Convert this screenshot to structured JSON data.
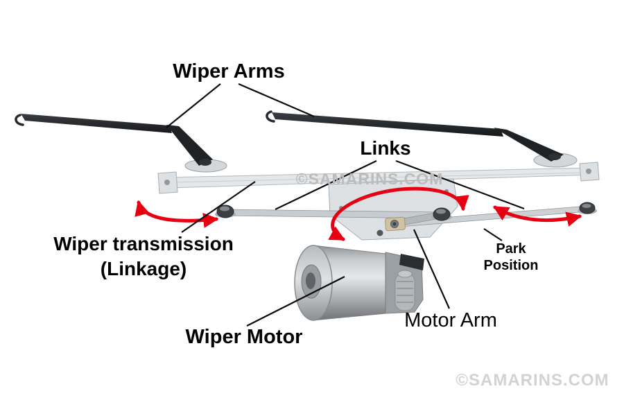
{
  "labels": {
    "wiper_arms": "Wiper Arms",
    "links": "Links",
    "wiper_transmission": "Wiper transmission",
    "linkage": "(Linkage)",
    "park": "Park",
    "position": "Position",
    "wiper_motor": "Wiper Motor",
    "motor_arm": "Motor Arm"
  },
  "watermark": {
    "center": "©SAMARINS.COM",
    "bottom_right": "©SAMARINS.COM"
  },
  "colors": {
    "arrow_red": "#e60012",
    "label_text": "#000000",
    "arm_dark": "#26292c",
    "metal_light": "#e4e8ea",
    "watermark_center": "#bcbcbc",
    "watermark_bottom": "#d0d2d4"
  }
}
